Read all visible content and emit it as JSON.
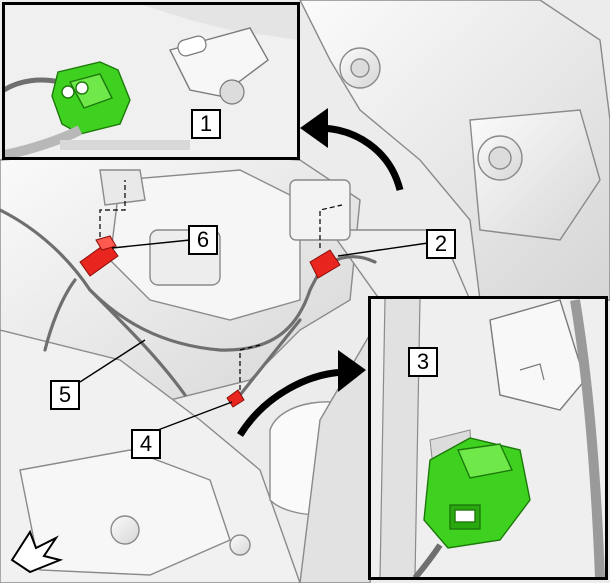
{
  "callouts": {
    "c1": "1",
    "c2": "2",
    "c3": "3",
    "c4": "4",
    "c5": "5",
    "c6": "6"
  },
  "colors": {
    "connector_green": "#3fd11f",
    "connector_red": "#e8261f",
    "frame": "#000000",
    "part_fill": "#f4f4f4",
    "part_stroke": "#8a8a8a",
    "harness": "#7a7a7a"
  },
  "icons": {
    "arrow_upper": "curved-arrow-icon",
    "arrow_lower": "curved-arrow-icon",
    "corner_arrow": "direction-arrow-icon"
  }
}
